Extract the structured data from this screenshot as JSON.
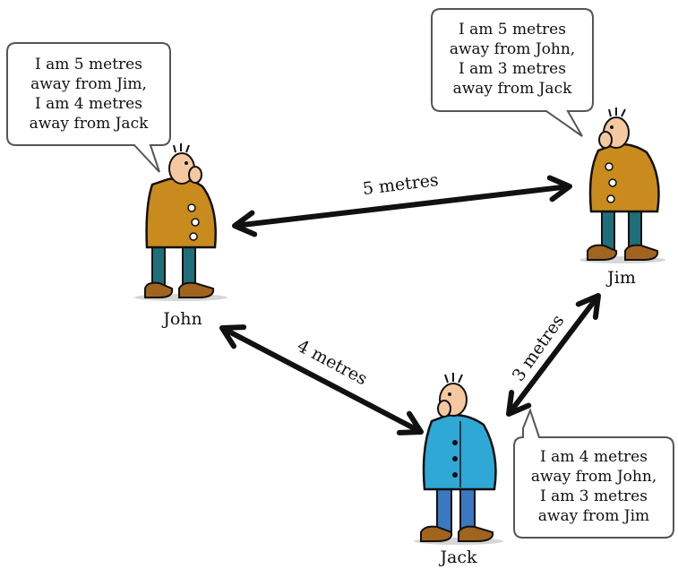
{
  "people": {
    "john": {
      "name": "John",
      "bubble": [
        "I am 5 metres",
        "away from Jim,",
        "I am 4 metres",
        "away from Jack"
      ]
    },
    "jim": {
      "name": "Jim",
      "bubble": [
        "I am 5 metres",
        "away from John,",
        "I am 3 metres",
        "away from Jack"
      ]
    },
    "jack": {
      "name": "Jack",
      "bubble": [
        "I am 4 metres",
        "away from John,",
        "I am 3 metres",
        "away from Jim"
      ]
    }
  },
  "distances": {
    "john_jim": "5 metres",
    "john_jack": "4 metres",
    "jim_jack": "3 metres"
  },
  "colors": {
    "coat_brown": "#c98a1e",
    "coat_blue": "#2fa8d6",
    "trousers_teal": "#1f6f7a",
    "jeans_blue": "#3a78c2",
    "shoes": "#a0641e",
    "skin": "#f4c9a0"
  }
}
